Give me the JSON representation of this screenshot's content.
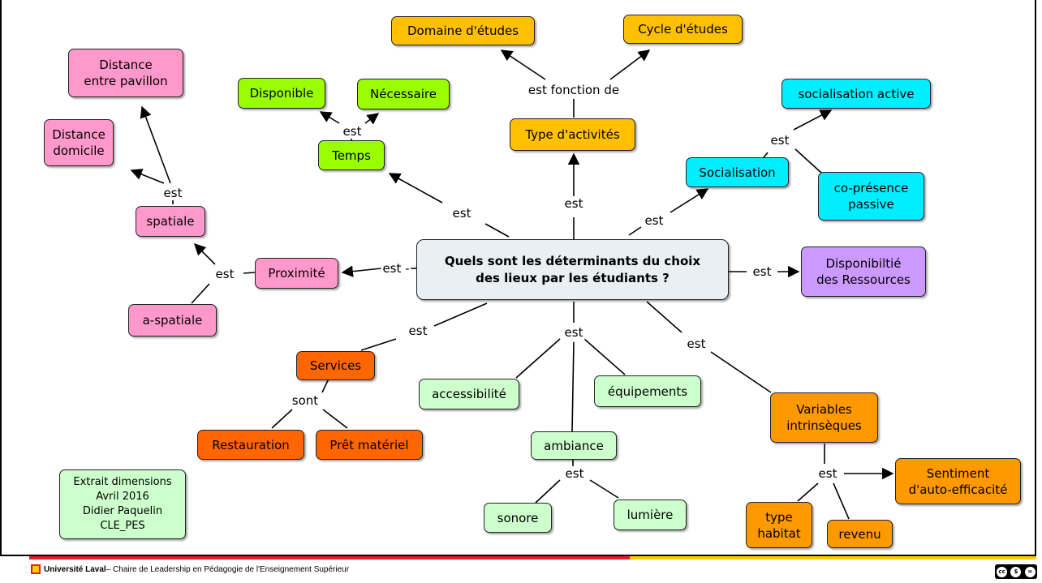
{
  "map": {
    "central": "Quels sont les déterminants du choix\ndes lieux par les étudiants ?",
    "nodes": {
      "domaine": "Domaine d'études",
      "cycle": "Cycle d'études",
      "type_activites": "Type d'activités",
      "disponible": "Disponible",
      "necessaire": "Nécessaire",
      "temps": "Temps",
      "distance_pavillon": "Distance\nentre pavillon",
      "distance_domicile": "Distance\ndomicile",
      "spatiale": "spatiale",
      "proximite": "Proximité",
      "a_spatiale": "a-spatiale",
      "socialisation_active": "socialisation active",
      "socialisation": "Socialisation",
      "co_presence": "co-présence\npassive",
      "disponibilite_ressources": "Disponibiltié\ndes Ressources",
      "services": "Services",
      "restauration": "Restauration",
      "pret_materiel": "Prêt matériel",
      "accessibilite": "accessibilité",
      "equipements": "équipements",
      "ambiance": "ambiance",
      "sonore": "sonore",
      "lumiere": "lumière",
      "variables": "Variables\nintrinsèques",
      "sentiment": "Sentiment\nd'auto-efficacité",
      "type_habitat": "type\nhabitat",
      "revenu": "revenu",
      "extrait": "Extrait dimensions\nAvril 2016\nDidier Paquelin\nCLE_PES"
    },
    "links": {
      "est_fonction_de": "est fonction de",
      "est_type": "est",
      "est_temps": "est",
      "est_temps_sub": "est",
      "est_socialisation": "est",
      "est_socialisation_sub": "est",
      "est_proximite": "est -",
      "est_proximite_sub": "est",
      "est_spatiale_sub": "est",
      "est_ressources": "est",
      "est_services": "est",
      "sont_services": "sont",
      "est_ambiance_group": "est",
      "est_ambiance_sub": "est",
      "est_variables": "est",
      "est_variables_sub": "est"
    }
  },
  "footer": {
    "institution": "Université Laval",
    "text": " – Chaire de Leadership en Pédagogie de l'Enseignement Supérieur",
    "license": "cc by-nc-nd"
  },
  "colors": {
    "orange": "#ffc000",
    "green": "#99ff00",
    "cyan": "#00eeff",
    "pink": "#ff99cc",
    "violet": "#cc99ff",
    "red_orange": "#ff6600",
    "mint": "#ccffcc",
    "amber": "#ff9900",
    "central": "#e8f0f4",
    "footer_red": "#e41e26",
    "footer_yellow": "#ffcc00"
  }
}
